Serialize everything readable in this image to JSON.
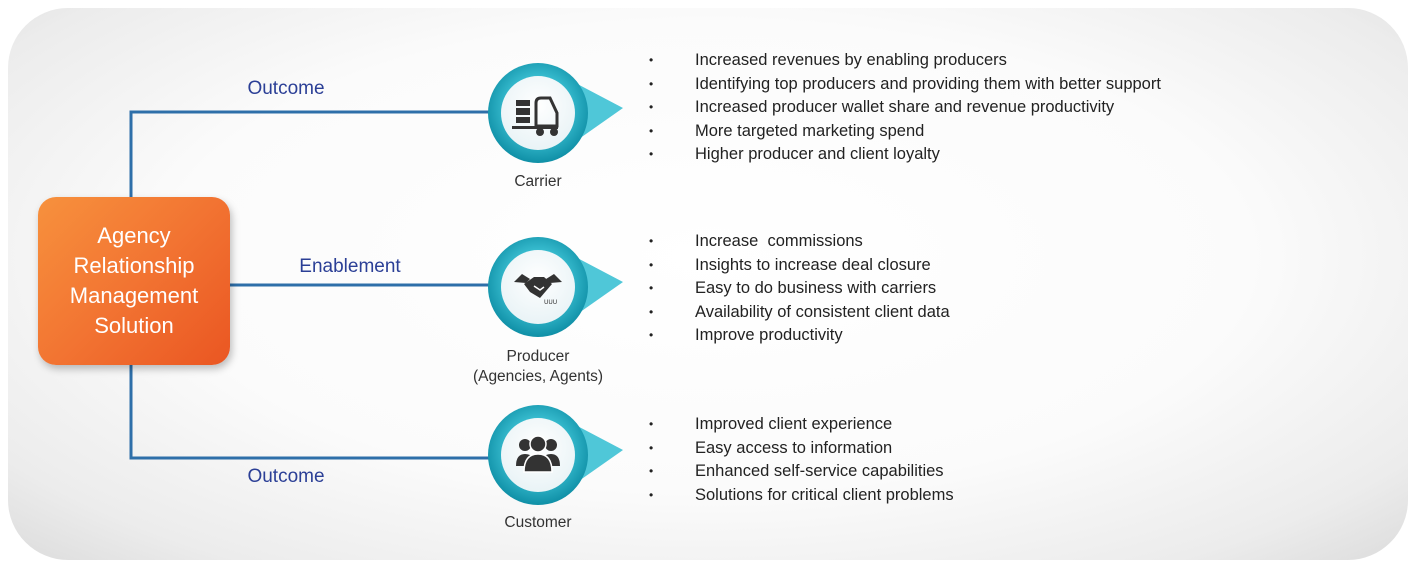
{
  "solution": {
    "label": "Agency Relationship Management Solution"
  },
  "edges": [
    {
      "label": "Outcome"
    },
    {
      "label": "Enablement"
    },
    {
      "label": "Outcome"
    }
  ],
  "nodes": [
    {
      "label": "Carrier",
      "icon": "forklift-icon",
      "bullets": [
        "Increased revenues by enabling producers",
        "Identifying top producers and providing them with better support",
        "Increased producer wallet share and revenue productivity",
        "More targeted marketing spend",
        "Higher producer and client loyalty"
      ]
    },
    {
      "label": "Producer",
      "sublabel": "(Agencies, Agents)",
      "icon": "handshake-icon",
      "bullets": [
        "Increase  commissions",
        "Insights to increase deal closure",
        "Easy to do business with carriers",
        "Availability of consistent client data",
        "Improve productivity"
      ]
    },
    {
      "label": "Customer",
      "icon": "people-group-icon",
      "bullets": [
        "Improved client experience",
        "Easy access to information",
        "Enhanced self-service capabilities",
        "Solutions for critical client problems"
      ]
    }
  ],
  "colors": {
    "connector": "#2e6fa9",
    "label_text": "#2b3f96",
    "solution_box": "#f27432",
    "icon_ring": "#19a5b9"
  }
}
